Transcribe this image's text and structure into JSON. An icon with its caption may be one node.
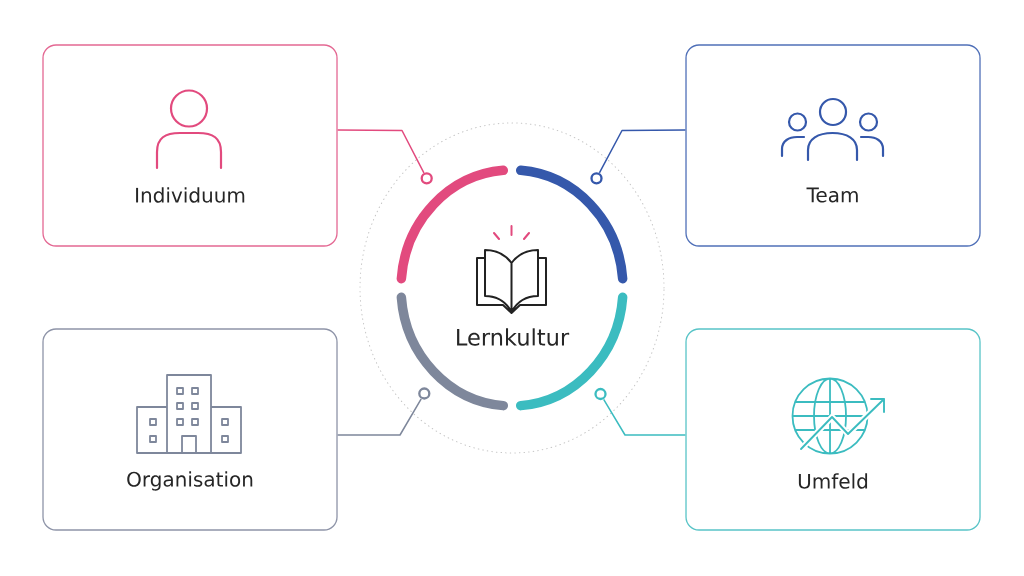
{
  "diagram": {
    "nodes": [
      {
        "text": [
          "Individuum"
        ]
      },
      {
        "text": [
          "Team"
        ]
      },
      {
        "text": [
          "Lernkultur"
        ]
      },
      {
        "text": [
          "Organisation"
        ]
      },
      {
        "text": [
          "Umfeld"
        ]
      },
      {
        "text": [],
        "shape": "circle",
        "in": 2
      },
      {
        "text": [],
        "shape": "circle",
        "in": 2
      },
      {
        "text": [],
        "shape": "circle",
        "in": 2
      },
      {
        "text": [],
        "shape": "circle",
        "in": 2
      }
    ],
    "edges": [
      {
        "from": 0,
        "to": 5,
        "arrow": "none",
        "color": "#e24a7e"
      },
      {
        "from": 1,
        "to": 6,
        "arrow": "none",
        "color": "#3558ab"
      },
      {
        "from": 3,
        "to": 7,
        "arrow": "none",
        "color": "#7e879b"
      },
      {
        "from": 4,
        "to": 8,
        "arrow": "none",
        "color": "#3bbcc0"
      }
    ]
  }
}
